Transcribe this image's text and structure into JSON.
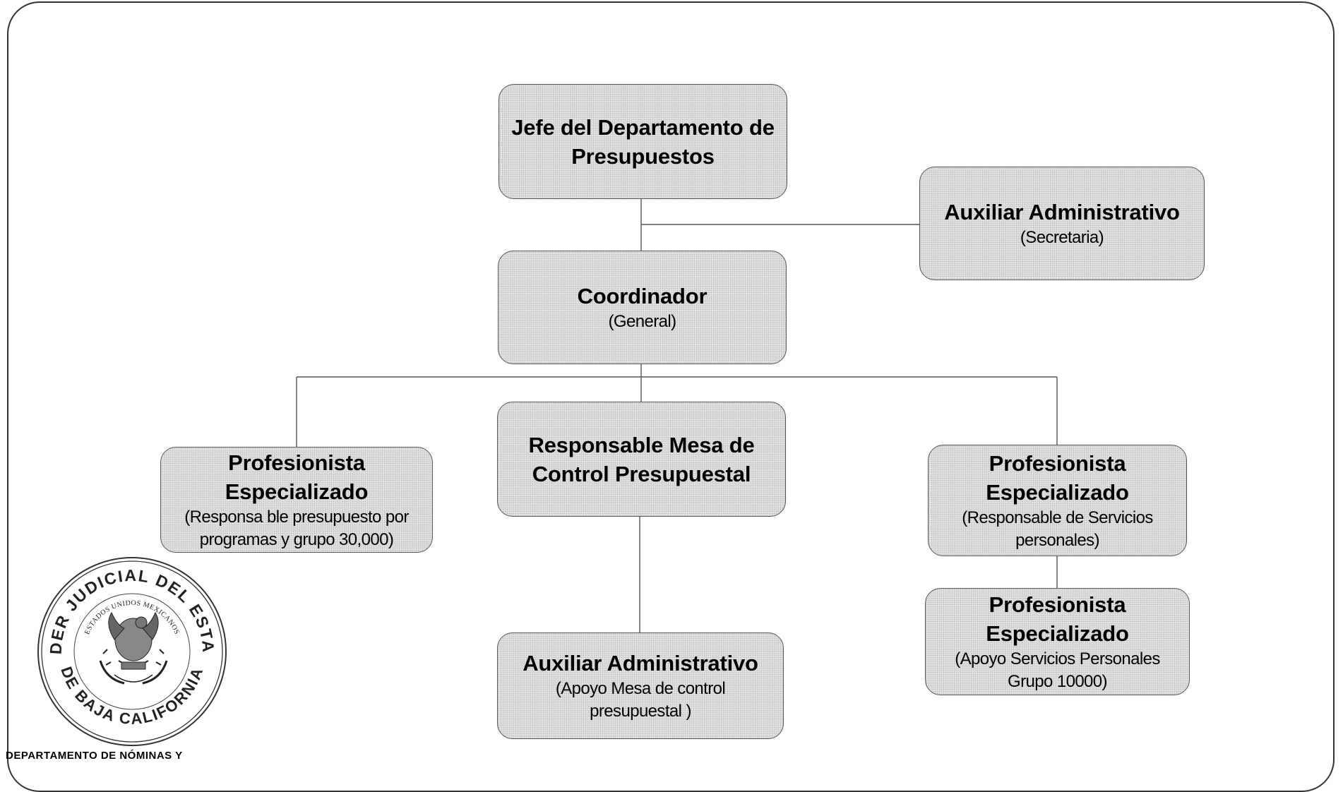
{
  "org_chart": {
    "nodes": {
      "jefe": {
        "title": "Jefe del Departamento de Presupuestos",
        "subtitle": ""
      },
      "auxiliar_secretaria": {
        "title": "Auxiliar Administrativo",
        "subtitle": "(Secretaria)"
      },
      "coordinador": {
        "title": "Coordinador",
        "subtitle": "(General)"
      },
      "profesionista_programas": {
        "title": "Profesionista Especializado",
        "subtitle": "(Responsa ble presupuesto por programas y grupo 30,000)"
      },
      "responsable_mesa": {
        "title": "Responsable Mesa de Control Presupuestal",
        "subtitle": ""
      },
      "profesionista_servicios": {
        "title": "Profesionista Especializado",
        "subtitle": "(Responsable de Servicios personales)"
      },
      "profesionista_apoyo": {
        "title": "Profesionista Especializado",
        "subtitle": "(Apoyo Servicios Personales Grupo 10000)"
      },
      "auxiliar_mesa": {
        "title": "Auxiliar Administrativo",
        "subtitle": "(Apoyo Mesa de control presupuestal )"
      }
    },
    "edges": [
      [
        "jefe",
        "coordinador"
      ],
      [
        "jefe",
        "auxiliar_secretaria"
      ],
      [
        "coordinador",
        "profesionista_programas"
      ],
      [
        "coordinador",
        "responsable_mesa"
      ],
      [
        "coordinador",
        "profesionista_servicios"
      ],
      [
        "responsable_mesa",
        "auxiliar_mesa"
      ],
      [
        "profesionista_servicios",
        "profesionista_apoyo"
      ]
    ]
  },
  "seal": {
    "outer_text": "PODER JUDICIAL DEL ESTADO",
    "inner_text": "ESTADOS UNIDOS MEXICANOS",
    "bottom_text": "DE BAJA CALIFORNIA"
  },
  "footer": {
    "text": "DEPARTAMENTO DE NÓMINAS Y"
  }
}
